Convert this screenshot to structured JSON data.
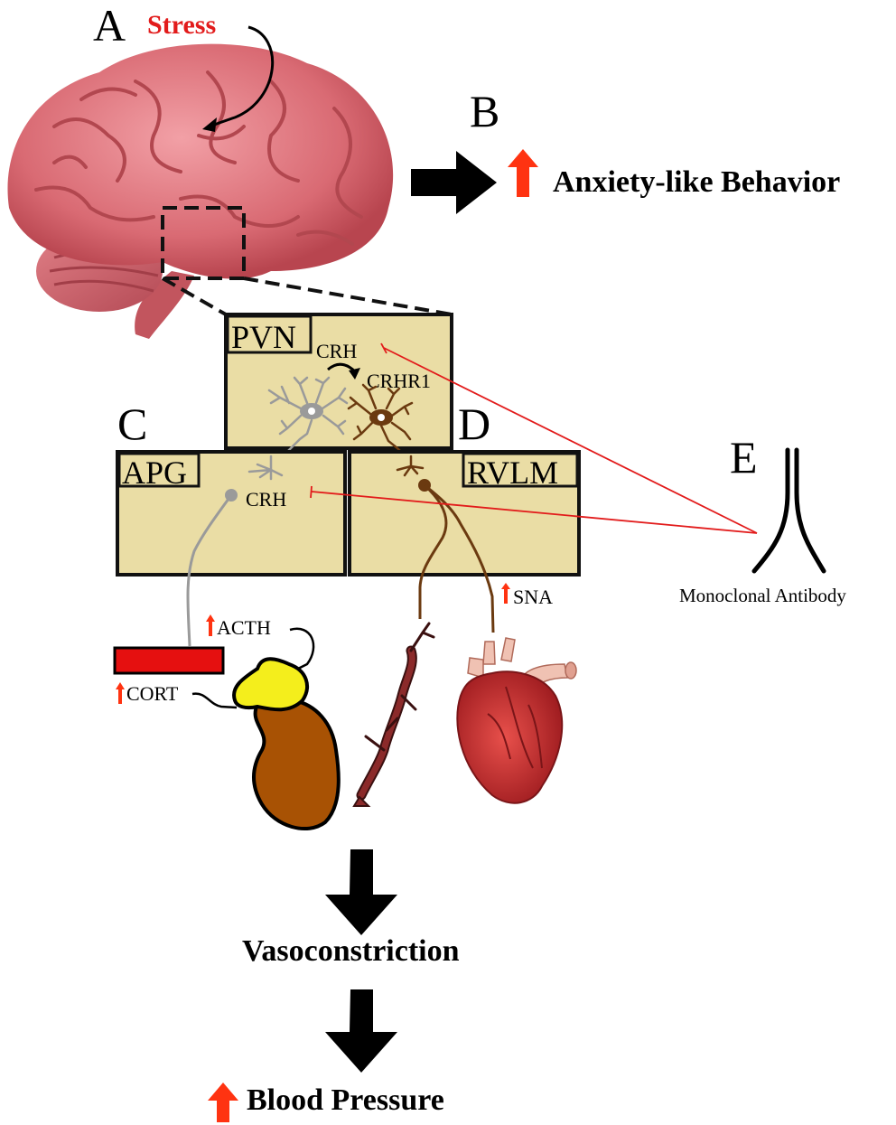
{
  "labels": {
    "panel_a": "A",
    "panel_b": "B",
    "panel_c": "C",
    "panel_d": "D",
    "panel_e": "E",
    "stress": "Stress",
    "anxiety": "Anxiety-like Behavior",
    "pvn": "PVN",
    "apg": "APG",
    "rvlm": "RVLM",
    "crh_pvn": "CRH",
    "crhr1": "CRHR1",
    "crh_apg": "CRH",
    "sna": "SNA",
    "acth": "ACTH",
    "cort": "CORT",
    "antibody": "Monoclonal Antibody",
    "vasoconstriction": "Vasoconstriction",
    "blood_pressure": "Blood Pressure"
  },
  "icons": {
    "brain": "brain-icon",
    "adrenal_kidney": "kidney-adrenal-icon",
    "artery": "artery-icon",
    "heart": "heart-icon",
    "antibody": "antibody-icon",
    "neuron_grey": "crh-neuron-icon",
    "neuron_brown": "crhr1-neuron-icon",
    "increase_arrow": "up-arrow-icon",
    "flow_arrow": "down-arrow-icon"
  },
  "colors": {
    "box_fill": "#eadda5",
    "stress_red": "#e21b1b",
    "increase_red": "#ff3311",
    "crh_grey": "#9a9a9a",
    "crhr1_brown": "#6b3a10",
    "inhibition_line": "#e21b1b",
    "brain_pink": "#d96a73",
    "kidney_brown": "#a85204",
    "adrenal_yellow": "#f4ee1c",
    "blood_vessel_red": "#e51010"
  }
}
